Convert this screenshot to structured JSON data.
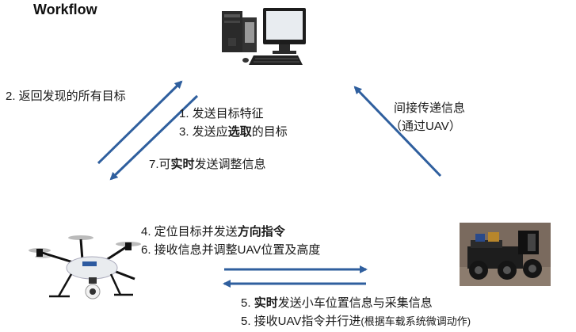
{
  "title": "Workflow",
  "labels": {
    "return_targets": "2. 返回发现的所有目标",
    "send_features": "1. 发送目标特征",
    "send_selected_pre": "3. 发送应",
    "send_selected_bold": "选取",
    "send_selected_post": "的目标",
    "realtime_adjust_pre": "7.可",
    "realtime_adjust_bold": "实时",
    "realtime_adjust_post": "发送调整信息",
    "indirect_line1": "间接传递信息",
    "indirect_line2": "（通过UAV）",
    "locate_pre": "4. 定位目标并发送",
    "locate_bold": "方向指令",
    "receive_adjust": "6. 接收信息并调整UAV位置及高度",
    "car_report_num": "5. ",
    "car_report_bold": "实时",
    "car_report_post": "发送小车位置信息与采集信息",
    "car_receive_main": "5. 接收UAV指令并行进",
    "car_receive_small": "(根据车载系统微调动作)"
  },
  "icons": [
    "desktop-computer-icon",
    "uav-drone-image",
    "ground-robot-car-image"
  ],
  "colors": {
    "arrow": "#2f5f9e",
    "text": "#1a1a1a"
  }
}
